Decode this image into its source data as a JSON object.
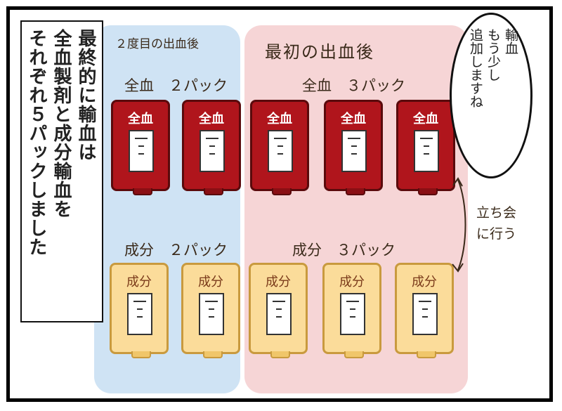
{
  "caption": "最終的に輸血は\n全血製剤と成分輸血を\nそれぞれ５パックしました",
  "labels": {
    "second_after": "２度目の出血後",
    "first_after": "最初の出血後",
    "whole_2": "全血　２パック",
    "whole_3": "全血　３パック",
    "comp_2": "成分　２パック",
    "comp_3": "成分　３パック"
  },
  "pack_titles": {
    "whole": "全血",
    "component": "成分"
  },
  "bubble": "輸血\nもう少し\n追加しますね",
  "side_note": "立ち会に行う",
  "colors": {
    "blue_zone": "#cfe3f4",
    "pink_zone": "#f6d5d6",
    "red_pack": "#b0151c",
    "yellow_pack": "#fbdc9a"
  }
}
